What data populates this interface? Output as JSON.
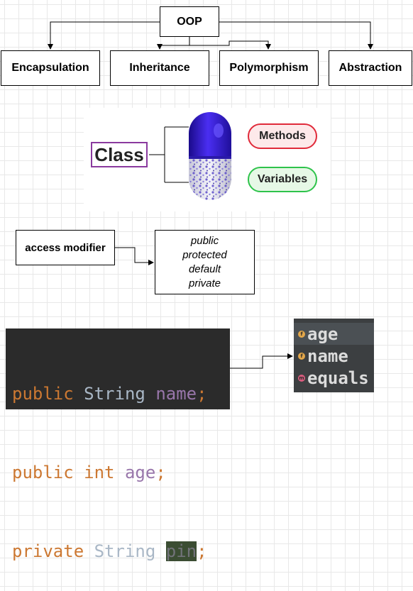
{
  "oop": {
    "root": "OOP",
    "children": [
      "Encapsulation",
      "Inheritance",
      "Polymorphism",
      "Abstraction"
    ]
  },
  "class_diagram": {
    "class_label": "Class",
    "methods_label": "Methods",
    "variables_label": "Variables"
  },
  "access": {
    "label": "access modifier",
    "modifiers": [
      "public",
      "protected",
      "default",
      "private"
    ]
  },
  "code": {
    "lines": [
      {
        "modifier": "public",
        "type": "String",
        "name": "name",
        "end": ";"
      },
      {
        "modifier": "public",
        "type": "int",
        "name": "age",
        "end": ";"
      },
      {
        "modifier": "private",
        "type": "String",
        "name": "pin",
        "end": ";"
      }
    ]
  },
  "autocomplete": {
    "items": [
      {
        "badge": "f",
        "text": "age",
        "badge_color": "#e3a74a"
      },
      {
        "badge": "f",
        "text": "name",
        "badge_color": "#e3a74a"
      },
      {
        "badge": "m",
        "text": "equals",
        "badge_color": "#d95c7e"
      }
    ]
  },
  "colors": {
    "keyword": "#cc7832",
    "field": "#9876aa",
    "type": "#a9b7c6",
    "editor_bg": "#2b2b2b",
    "popup_bg": "#3c3f41",
    "class_border": "#8a3a9e",
    "methods_border": "#e02a3a",
    "variables_border": "#2ec34b",
    "capsule_top": "#3b1fd0"
  }
}
